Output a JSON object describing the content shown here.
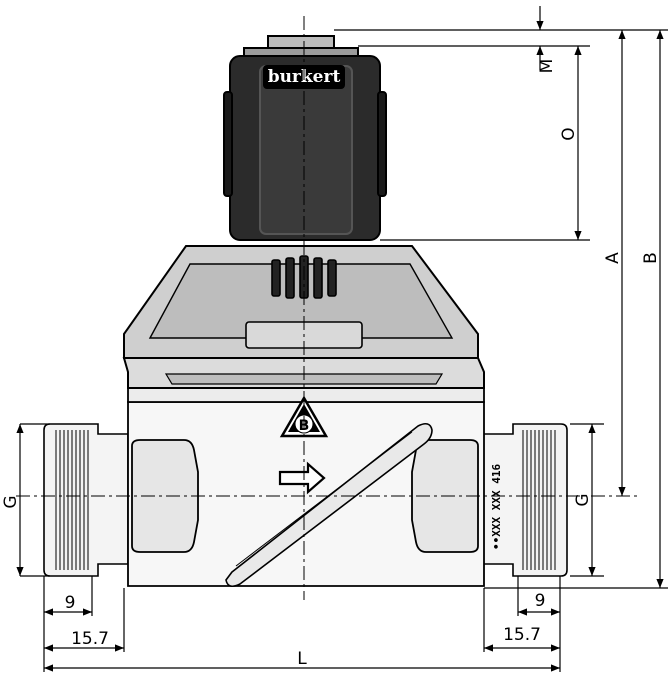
{
  "brand": {
    "logo_text": "burkert"
  },
  "body_marking": "••XXX XXX 416",
  "valve_symbol": {
    "letter": "B",
    "icon": "warning-triangle-icon"
  },
  "flow_arrow": {
    "icon": "flow-direction-arrow-icon"
  },
  "dimensions": {
    "M": "M",
    "O": "O",
    "A": "A",
    "B": "B",
    "G_left": "G",
    "G_right": "G",
    "nine_left": "9",
    "nine_right": "9",
    "fifteen_left": "15.7",
    "fifteen_right": "15.7",
    "L": "L"
  }
}
